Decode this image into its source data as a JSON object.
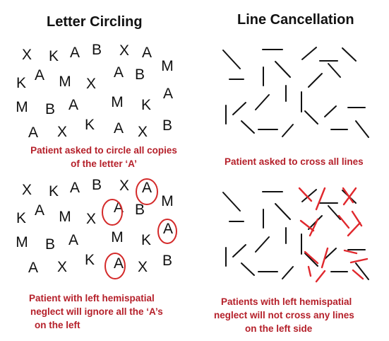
{
  "titles": {
    "left": "Letter Circling",
    "right": "Line Cancellation"
  },
  "captions": {
    "task_letter": [
      "Patient asked to circle all copies",
      "of the letter ‘A’"
    ],
    "task_line": [
      "Patient asked to cross all lines"
    ],
    "neglect_letter": [
      "Patient with left hemispatial",
      "neglect will ignore all the ‘A’s",
      "on the left"
    ],
    "neglect_line": [
      "Patients with left hemispatial",
      "neglect will not cross any lines",
      "on the left side"
    ]
  },
  "letter_grid": [
    [
      "X",
      "K",
      "A",
      "B",
      "X",
      "A"
    ],
    [
      "K",
      "A",
      "M",
      "X",
      "A",
      "B",
      "M"
    ],
    [
      "M",
      "B",
      "A",
      "M",
      "K",
      "A"
    ],
    [
      "A",
      "X",
      "K",
      "A",
      "X",
      "B"
    ]
  ],
  "colors": {
    "title": "#111111",
    "caption": "#b5202a",
    "circle_mark": "#d42a2a",
    "cross_mark": "#e0282d",
    "ink": "#111111"
  }
}
